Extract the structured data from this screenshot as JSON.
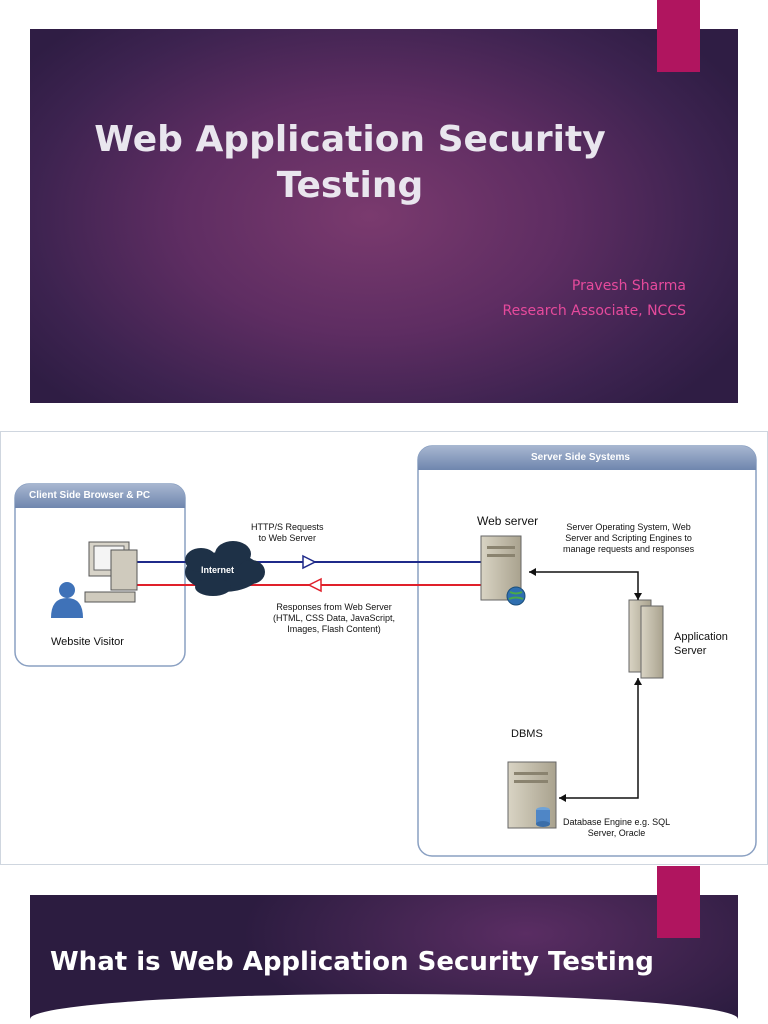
{
  "slide1": {
    "title_line1": "Web Application Security",
    "title_line2": "Testing",
    "author_name": "Pravesh Sharma",
    "author_role": "Research Associate, NCCS"
  },
  "diagram": {
    "client_box_title": "Client Side Browser & PC",
    "server_box_title": "Server Side Systems",
    "website_visitor": "Website Visitor",
    "internet": "Internet",
    "request_line1": "HTTP/S Requests",
    "request_line2": "to Web Server",
    "response_line1": "Responses from Web Server",
    "response_line2": "(HTML, CSS Data, JavaScript,",
    "response_line3": "Images, Flash Content)",
    "web_server": "Web server",
    "web_server_note1": "Server Operating System, Web",
    "web_server_note2": "Server and Scripting Engines to",
    "web_server_note3": "manage requests and responses",
    "app_server_line1": "Application",
    "app_server_line2": "Server",
    "dbms": "DBMS",
    "db_note1": "Database Engine e.g. SQL",
    "db_note2": "Server, Oracle"
  },
  "slide3": {
    "title": "What is Web Application Security Testing"
  },
  "colors": {
    "accent": "#b0155f",
    "author_text": "#e64a9c",
    "request_line": "#1f2a8a",
    "response_line": "#e0202a",
    "box_header": "#7d93b8"
  }
}
